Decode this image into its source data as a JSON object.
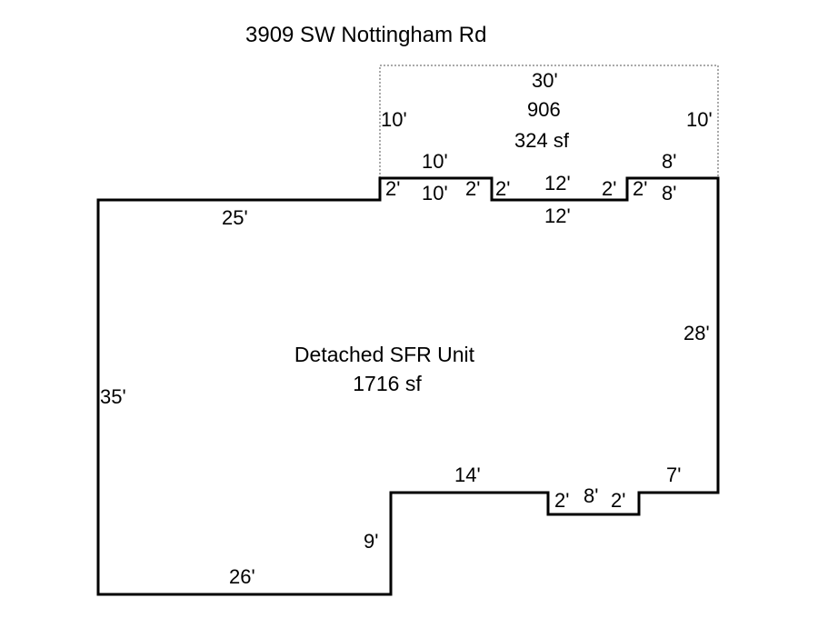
{
  "title": "3909 SW Nottingham Rd",
  "colors": {
    "line": "#000000",
    "dotted": "#555555",
    "background": "#ffffff"
  },
  "areas": {
    "garage": {
      "name": "906",
      "area": "324 sf"
    },
    "house": {
      "name": "Detached SFR Unit",
      "area": "1716 sf"
    }
  },
  "dimensions": {
    "garage_top": "30'",
    "garage_left": "10'",
    "garage_right": "10'",
    "notch1_top_outer": "10'",
    "notch1_left": "2'",
    "notch1_inner": "10'",
    "notch1_right": "2'",
    "notch2_left": "2'",
    "notch2_top": "12'",
    "notch2_right": "2'",
    "notch2_bottom": "12'",
    "notch3_left": "2'",
    "notch3_top_outer": "8'",
    "notch3_inner": "8'",
    "top_left": "25'",
    "left": "35'",
    "right": "28'",
    "bottom_left": "26'",
    "step_vertical": "9'",
    "bottom_mid": "14'",
    "bump_left": "2'",
    "bump_bottom": "8'",
    "bump_right": "2'",
    "bottom_right": "7'"
  }
}
